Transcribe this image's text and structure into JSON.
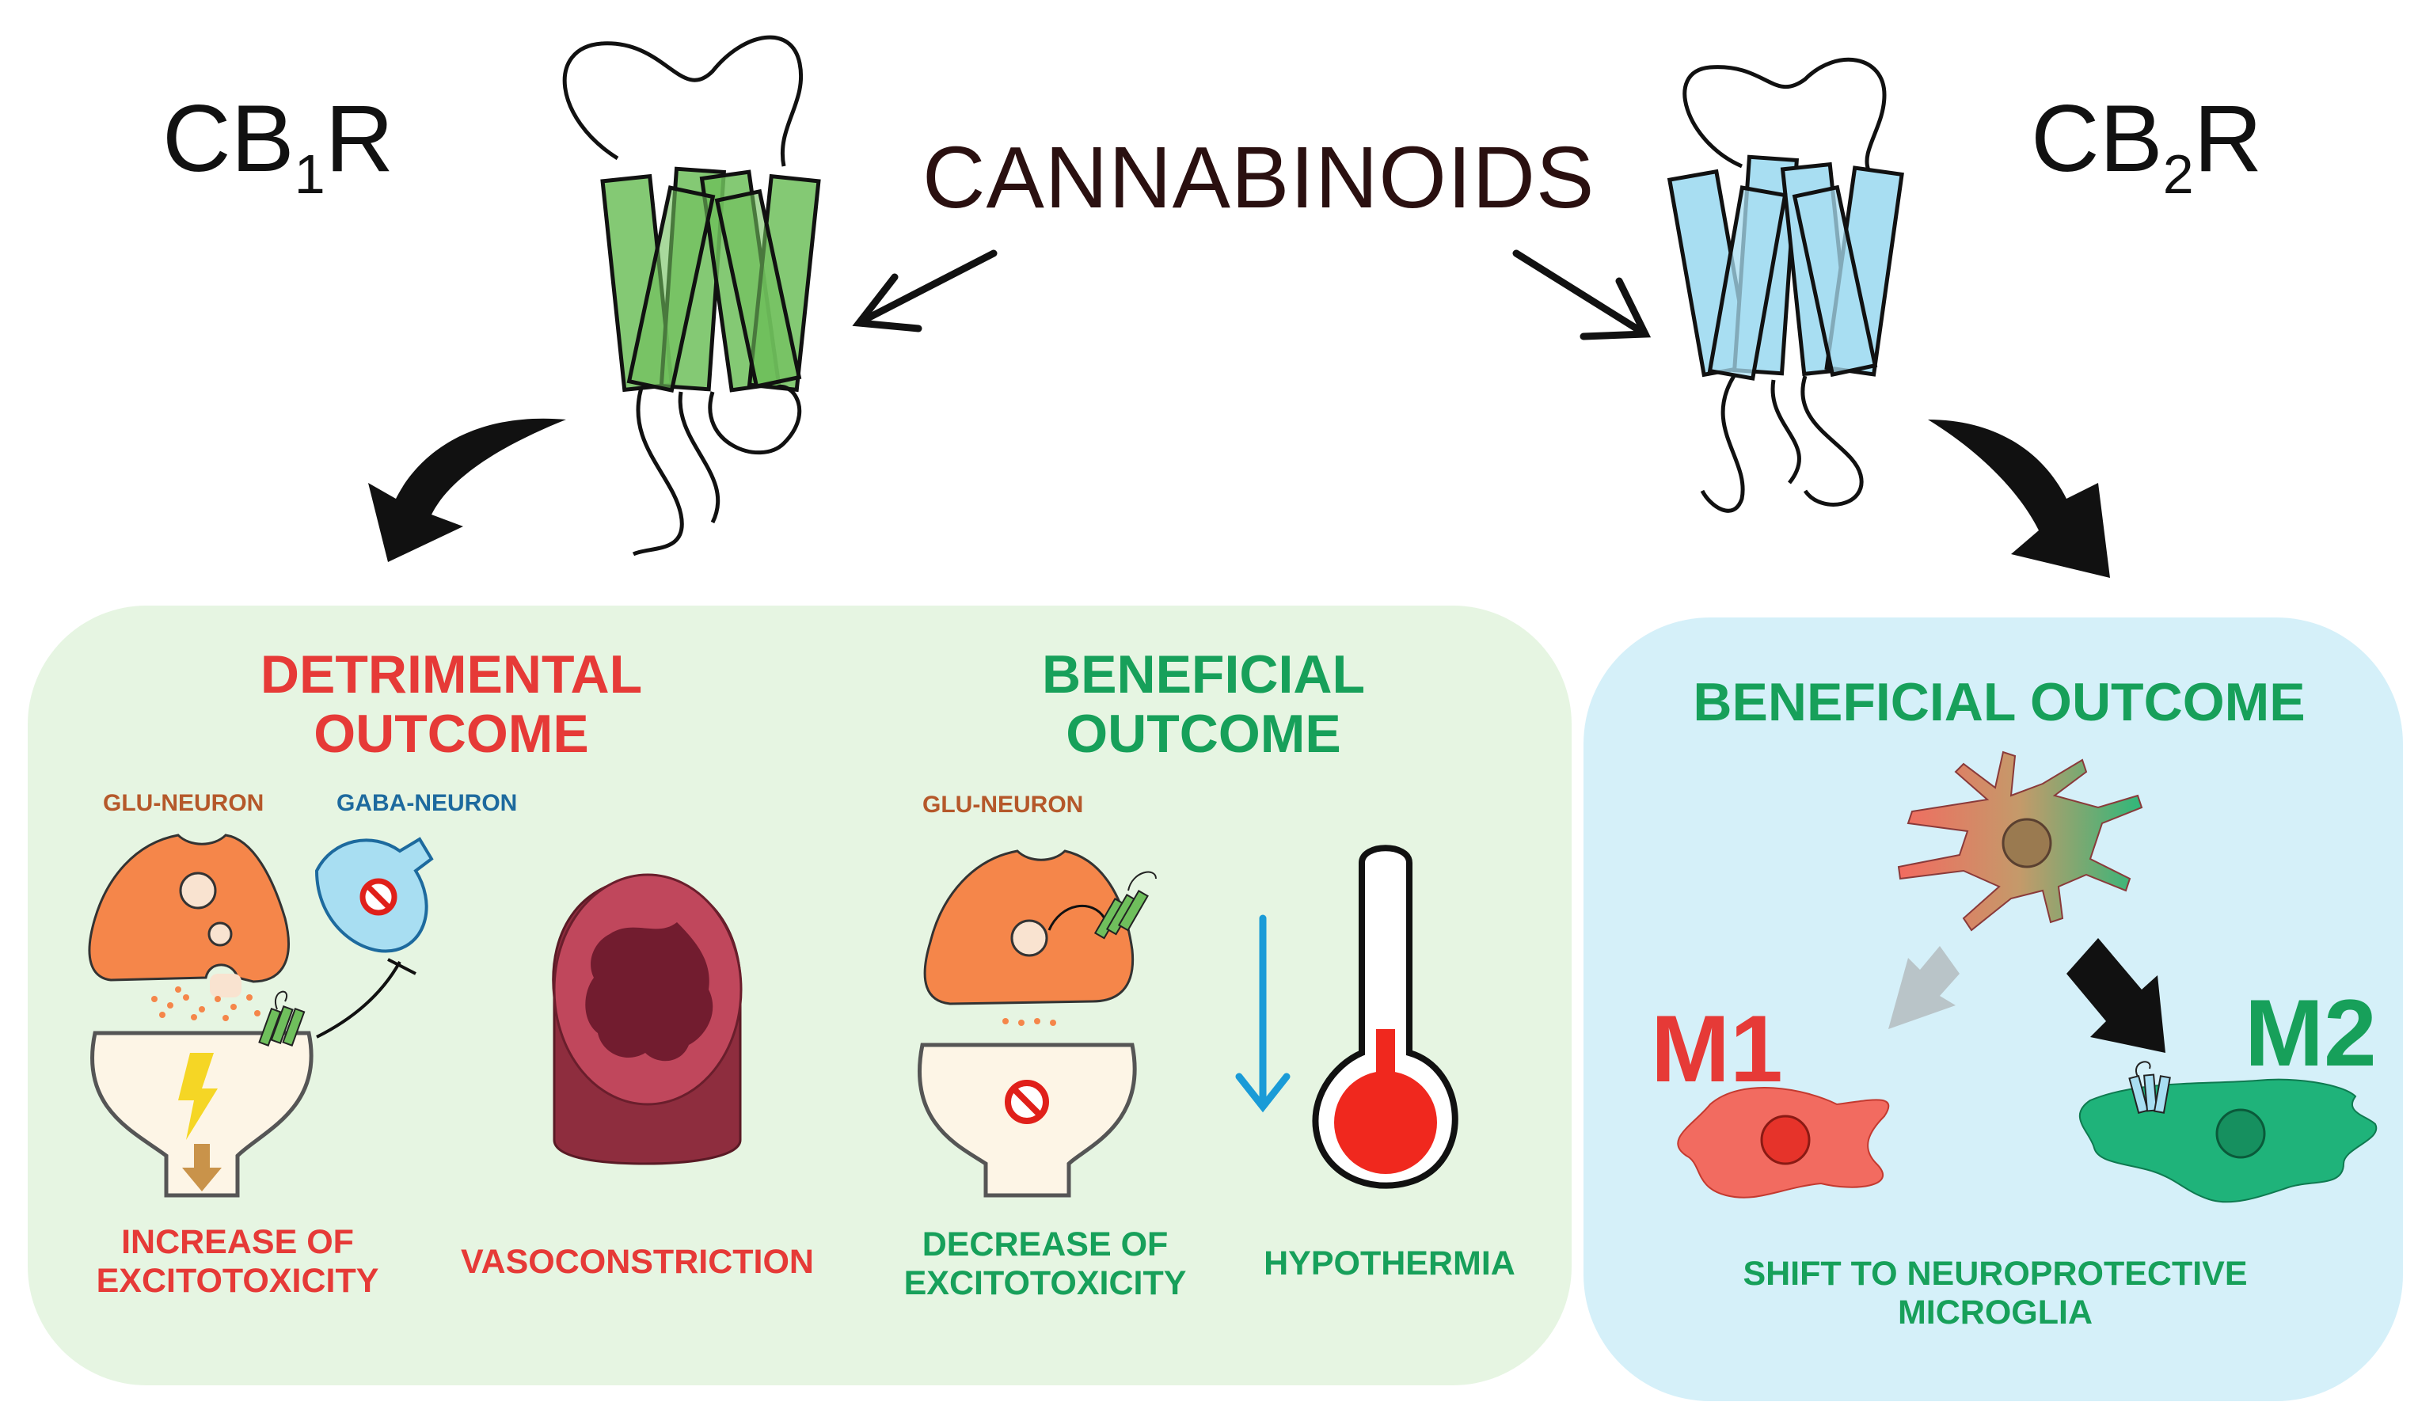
{
  "title": "CANNABINOIDS",
  "cb1": {
    "prefix": "CB",
    "sub": "1",
    "suffix": "R",
    "color": "#6fbf5c"
  },
  "cb2": {
    "prefix": "CB",
    "sub": "2",
    "suffix": "R",
    "color": "#a8def2"
  },
  "left_panel": {
    "bg": "#e6f5e2",
    "detrimental_heading": "DETRIMENTAL\nOUTCOME",
    "beneficial_heading": "BENEFICIAL\nOUTCOME",
    "glu_neuron_1": "GLU-NEURON",
    "gaba_neuron": "GABA-NEURON",
    "glu_neuron_2": "GLU-NEURON",
    "increase_label": "INCREASE OF\nEXCITOTOXICITY",
    "vasoconstriction_label": "VASOCONSTRICTION",
    "decrease_label": "DECREASE OF\nEXCITOTOXICITY",
    "hypothermia_label": "HYPOTHERMIA"
  },
  "right_panel": {
    "bg": "#d5f0f9",
    "heading": "BENEFICIAL OUTCOME",
    "m1": "M1",
    "m2": "M2",
    "shift_label": "SHIFT TO NEUROPROTECTIVE\nMICROGLIA"
  },
  "colors": {
    "detrimental": "#e63a37",
    "beneficial": "#17a05a",
    "neuron_orange": "#f5864a",
    "vessel": "#8e2d3e",
    "thermo_red": "#f0281e",
    "m1_red": "#f26b60",
    "m2_green": "#1fb37a"
  }
}
